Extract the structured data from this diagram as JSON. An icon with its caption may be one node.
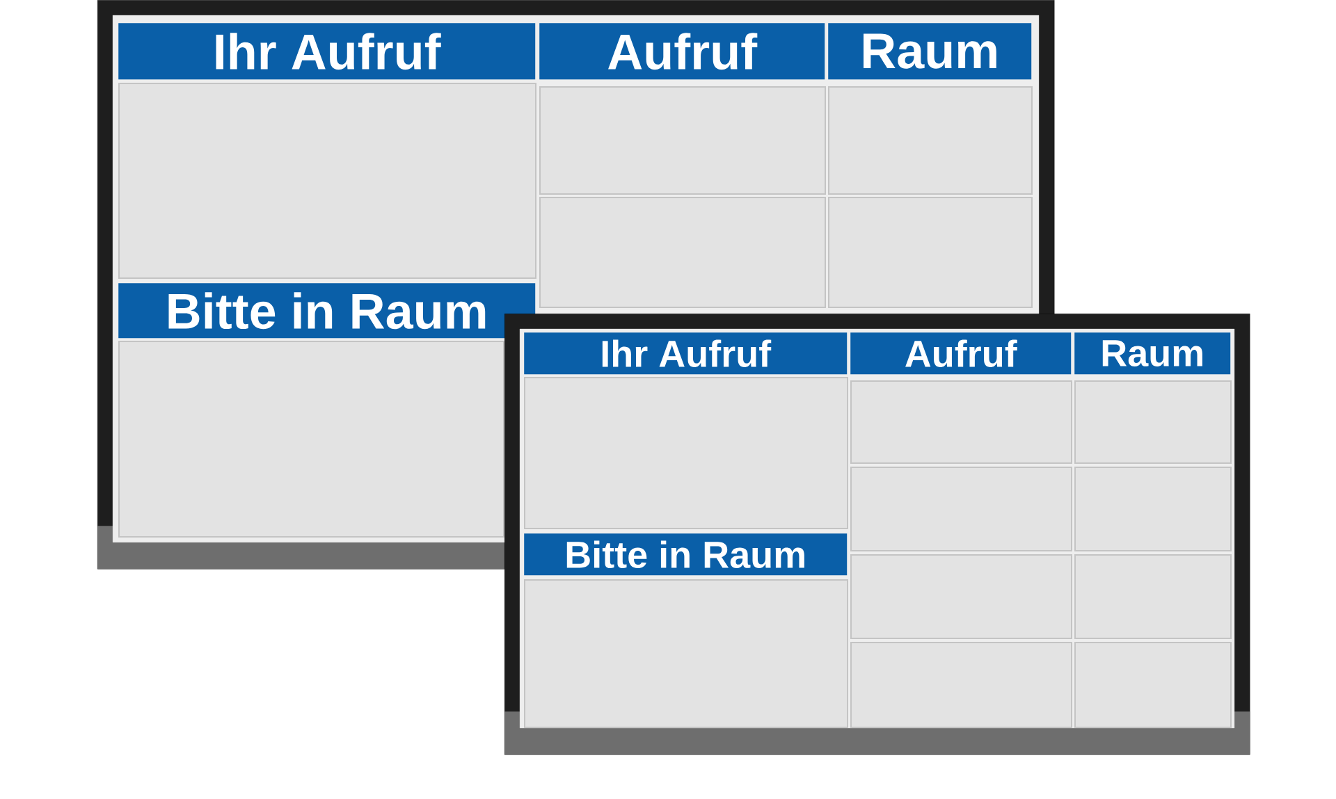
{
  "diagram": {
    "nodes": [
      {
        "text": [],
        "shape": "box"
      },
      {
        "text": [],
        "shape": "bar",
        "in": 0
      },
      {
        "text": [
          "Ihr Aufruf"
        ],
        "in": 0
      },
      {
        "text": [
          "Aufruf"
        ],
        "in": 0
      },
      {
        "text": [
          "Raum"
        ],
        "in": 0
      },
      {
        "text": [],
        "shape": "box",
        "in": 0
      },
      {
        "text": [],
        "shape": "box",
        "in": 0
      },
      {
        "text": [],
        "shape": "box",
        "in": 0
      },
      {
        "text": [],
        "shape": "box",
        "in": 0
      },
      {
        "text": [],
        "shape": "box",
        "in": 0
      },
      {
        "text": [
          "Bitte in Raum"
        ],
        "in": 0
      },
      {
        "text": [],
        "shape": "box",
        "in": 0
      },
      {
        "text": [],
        "shape": "box"
      },
      {
        "text": [],
        "shape": "bar",
        "in": 12
      },
      {
        "text": [
          "Ihr Aufruf"
        ]
      },
      {
        "text": [
          "Aufruf"
        ],
        "in": 12
      },
      {
        "text": [
          "Raum"
        ],
        "in": 12
      },
      {
        "text": [],
        "shape": "box"
      },
      {
        "text": [],
        "shape": "box",
        "in": 12
      },
      {
        "text": [],
        "shape": "box",
        "in": 12
      },
      {
        "text": [],
        "shape": "box",
        "in": 12
      },
      {
        "text": [],
        "shape": "box",
        "in": 12
      },
      {
        "text": [],
        "shape": "box",
        "in": 12
      },
      {
        "text": [],
        "shape": "box",
        "in": 12
      },
      {
        "text": [],
        "shape": "box",
        "in": 12
      },
      {
        "text": [],
        "shape": "box",
        "in": 12
      },
      {
        "text": [
          "Bitte in Raum"
        ],
        "in": 12
      },
      {
        "text": [],
        "shape": "box",
        "in": 12
      }
    ]
  }
}
